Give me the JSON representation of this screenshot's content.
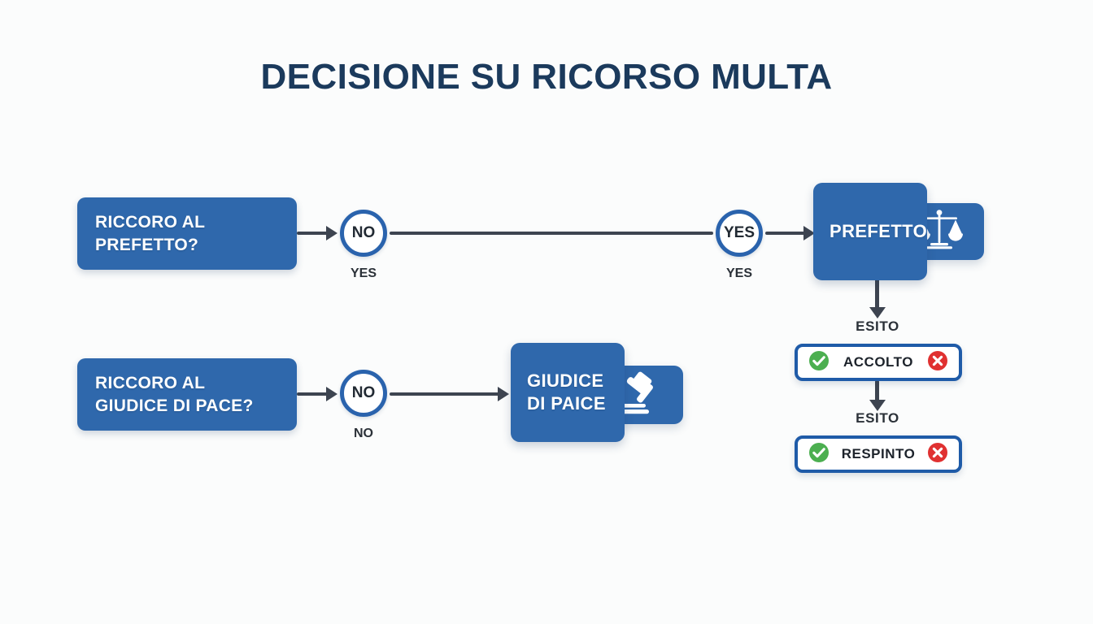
{
  "page": {
    "title": "DECISIONE SU RICORSO MULTA",
    "background_color": "#fbfcfc",
    "title_color": "#1b3a5c",
    "accent_blue": "#2f68ac",
    "line_color": "#3d4450",
    "success_color": "#4caf50",
    "error_color": "#e03131",
    "outcome_border_color": "#1f5ba8"
  },
  "questions": [
    {
      "id": "prefetto",
      "line1": "RICCORO AL",
      "line2": "PREFETTO?"
    },
    {
      "id": "giudice",
      "line1": "RICCORO AL",
      "line2": "GIUDICE DI PACE?"
    }
  ],
  "decisions": [
    {
      "id": "dec1",
      "inner": "NO",
      "sub": "YES"
    },
    {
      "id": "dec2",
      "inner": "YES",
      "sub": "YES"
    },
    {
      "id": "dec3",
      "inner": "NO",
      "sub": "NO"
    }
  ],
  "entities": [
    {
      "id": "prefetto",
      "line1": "PREFETTO",
      "line2": "",
      "icon": "scales-of-justice-icon"
    },
    {
      "id": "giudice",
      "line1": "GIUDICE",
      "line2": "DI PAICE",
      "icon": "gavel-icon"
    }
  ],
  "esito_labels": [
    {
      "id": "esito1",
      "text": "ESITO"
    },
    {
      "id": "esito2",
      "text": "ESITO"
    }
  ],
  "outcomes": [
    {
      "id": "accolto",
      "text": "ACCOLTO",
      "ok_icon": "check-circle-icon",
      "no_icon": "x-circle-icon"
    },
    {
      "id": "respinto",
      "text": "RESPINTO",
      "ok_icon": "check-circle-icon",
      "no_icon": "x-circle-icon"
    }
  ],
  "chart_data": {
    "type": "diagram",
    "title": "DECISIONE SU RICORSO MULTA",
    "nodes": [
      {
        "id": "q1",
        "label": "RICCORO AL PREFETTO?",
        "shape": "rounded-rect",
        "color": "#2f68ac"
      },
      {
        "id": "d1",
        "label": "NO",
        "shape": "circle",
        "sublabel": "YES"
      },
      {
        "id": "d2",
        "label": "YES",
        "shape": "circle",
        "sublabel": "YES"
      },
      {
        "id": "prefetto",
        "label": "PREFETTO",
        "shape": "rounded-rect",
        "icon": "scales-of-justice-icon"
      },
      {
        "id": "q2",
        "label": "RICCORO AL GIUDICE DI PACE?",
        "shape": "rounded-rect",
        "color": "#2f68ac"
      },
      {
        "id": "d3",
        "label": "NO",
        "shape": "circle",
        "sublabel": "NO"
      },
      {
        "id": "giudice",
        "label": "GIUDICE DI PAICE",
        "shape": "rounded-rect",
        "icon": "gavel-icon"
      },
      {
        "id": "accolto",
        "label": "ACCOLTO",
        "shape": "outlined-rect"
      },
      {
        "id": "respinto",
        "label": "RESPINTO",
        "shape": "outlined-rect"
      }
    ],
    "edges": [
      {
        "from": "q1",
        "to": "d1",
        "label": ""
      },
      {
        "from": "d1",
        "to": "d2",
        "label": ""
      },
      {
        "from": "d2",
        "to": "prefetto",
        "label": ""
      },
      {
        "from": "prefetto",
        "to": "accolto",
        "label": "ESITO"
      },
      {
        "from": "accolto",
        "to": "respinto",
        "label": "ESITO"
      },
      {
        "from": "q2",
        "to": "d3",
        "label": ""
      },
      {
        "from": "d3",
        "to": "giudice",
        "label": ""
      }
    ]
  }
}
